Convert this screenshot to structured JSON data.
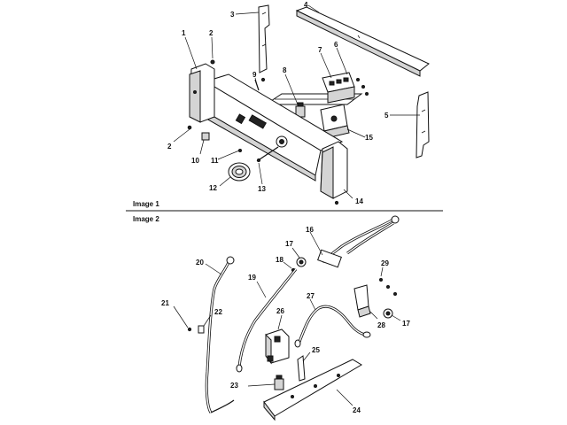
{
  "captions": {
    "image1": "Image 1",
    "image2": "Image 2"
  },
  "callouts": {
    "n1": "1",
    "n2a": "2",
    "n2b": "2",
    "n3": "3",
    "n4": "4",
    "n5": "5",
    "n6": "6",
    "n7": "7",
    "n8": "8",
    "n9": "9",
    "n10": "10",
    "n11": "11",
    "n12": "12",
    "n13": "13",
    "n14": "14",
    "n15": "15",
    "n16": "16",
    "n17a": "17",
    "n17b": "17",
    "n18": "18",
    "n19": "19",
    "n20": "20",
    "n21": "21",
    "n22": "22",
    "n23": "23",
    "n24": "24",
    "n25": "25",
    "n26": "26",
    "n27": "27",
    "n28": "28",
    "n29": "29"
  }
}
